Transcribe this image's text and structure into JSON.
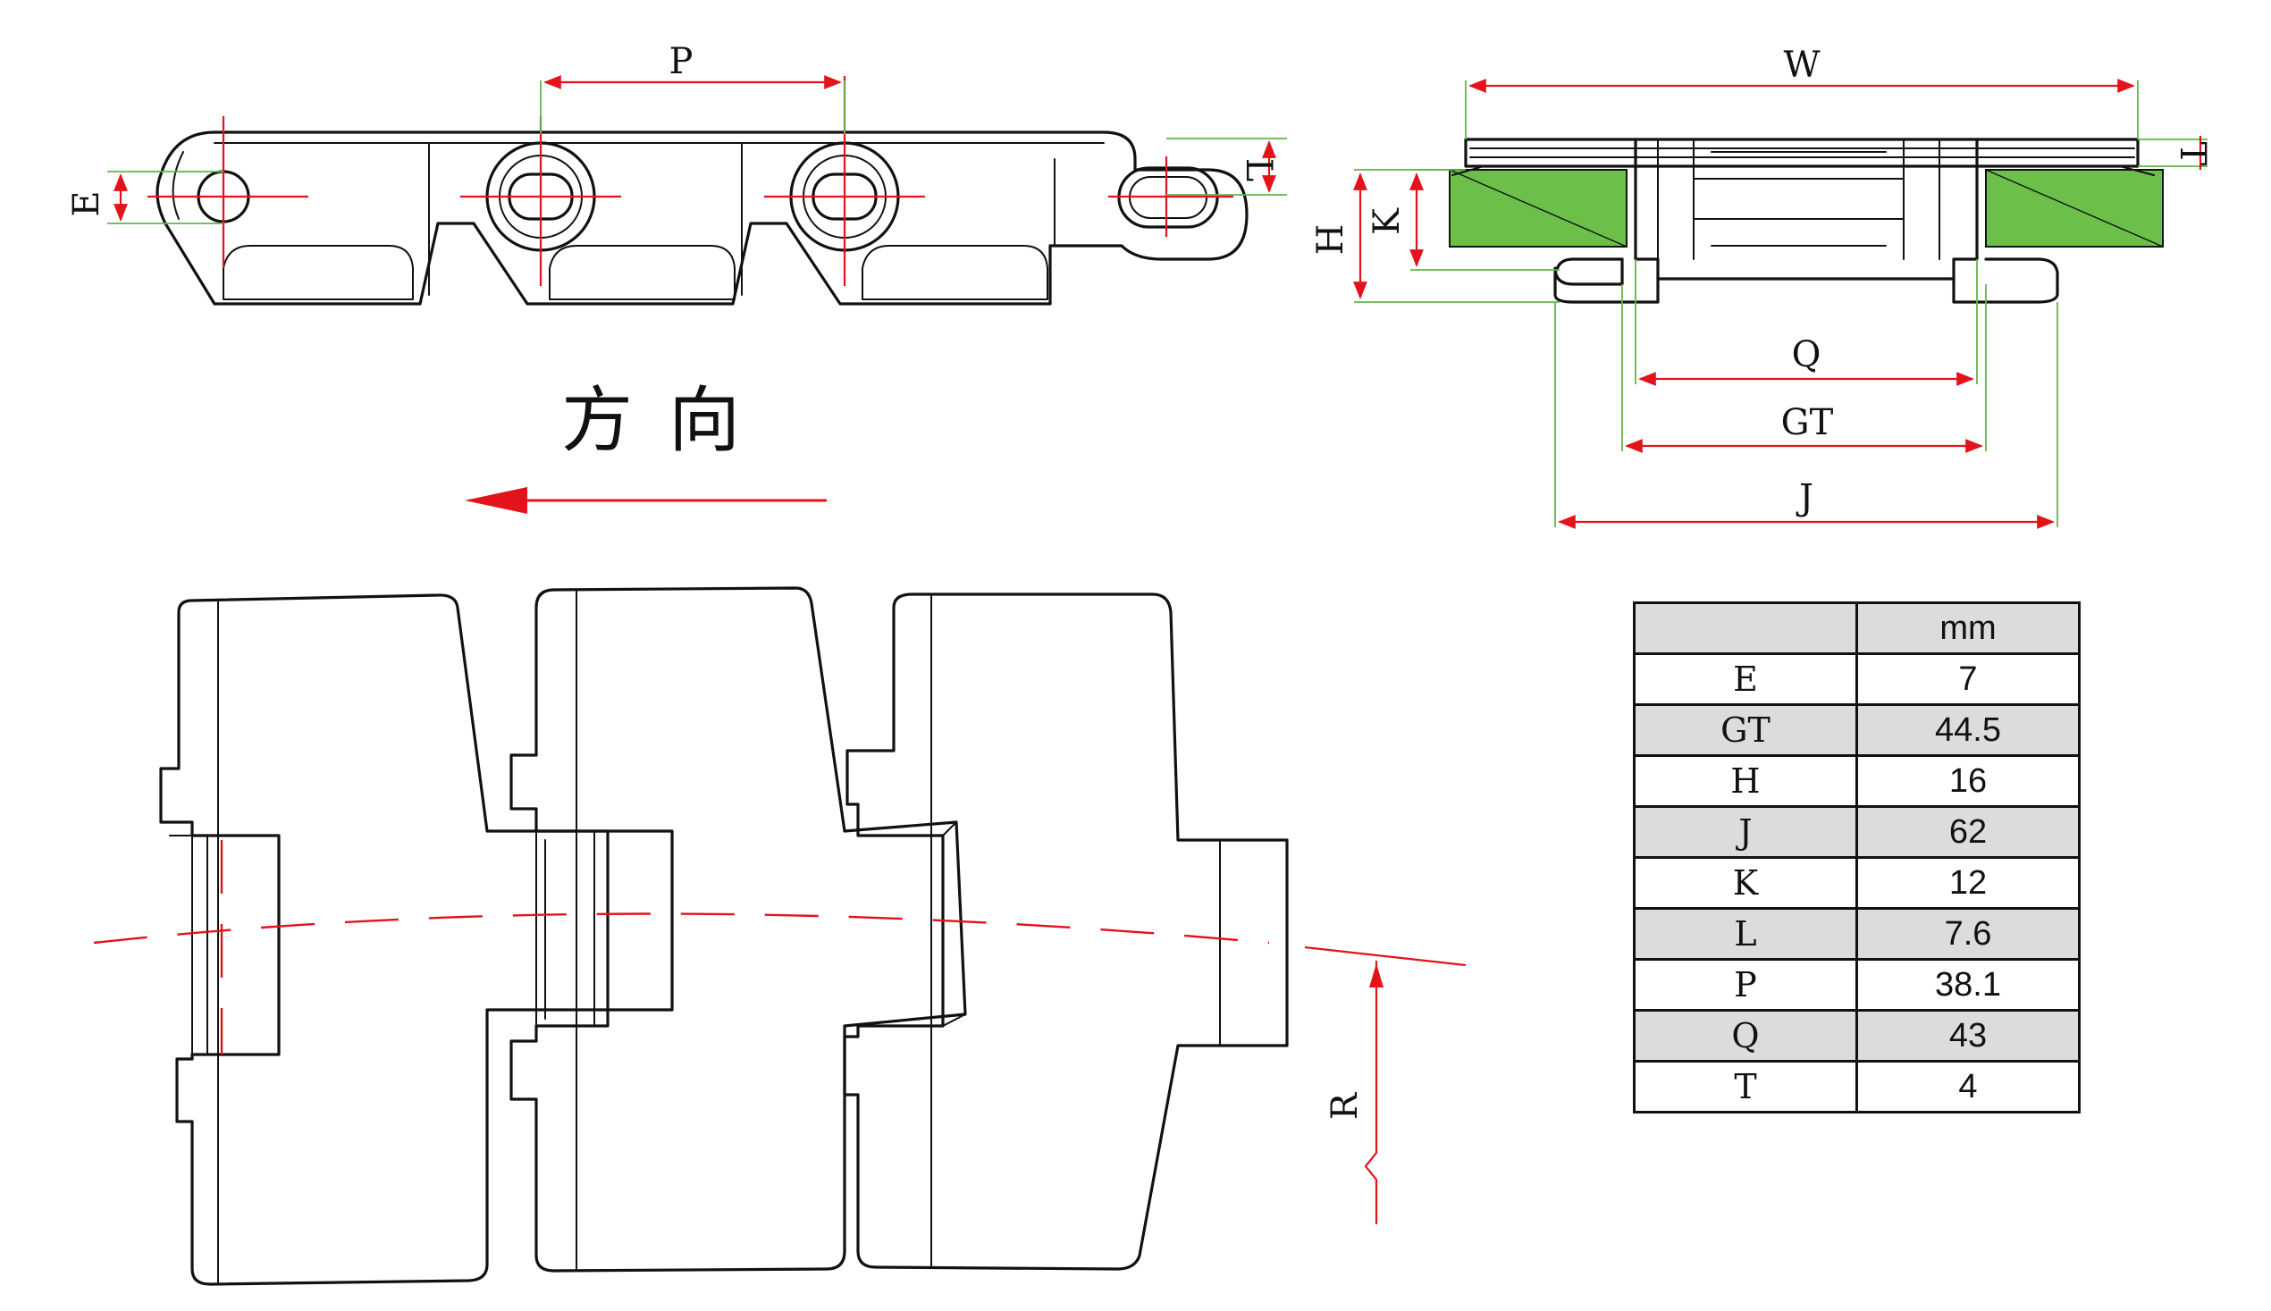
{
  "direction_label": "方向",
  "dimension_labels": {
    "P": "P",
    "E": "E",
    "L": "L",
    "W": "W",
    "T": "T",
    "H": "H",
    "K": "K",
    "Q": "Q",
    "GT": "GT",
    "J": "J",
    "R": "R"
  },
  "colors": {
    "dimension": "#e3121b",
    "extension": "#5fb84a",
    "wear_strip": "#6cc04a",
    "line": "#111111"
  },
  "table": {
    "unit": "mm",
    "rows": [
      {
        "key": "E",
        "value": "7"
      },
      {
        "key": "GT",
        "value": "44.5"
      },
      {
        "key": "H",
        "value": "16"
      },
      {
        "key": "J",
        "value": "62"
      },
      {
        "key": "K",
        "value": "12"
      },
      {
        "key": "L",
        "value": "7.6"
      },
      {
        "key": "P",
        "value": "38.1"
      },
      {
        "key": "Q",
        "value": "43"
      },
      {
        "key": "T",
        "value": "4"
      }
    ]
  }
}
